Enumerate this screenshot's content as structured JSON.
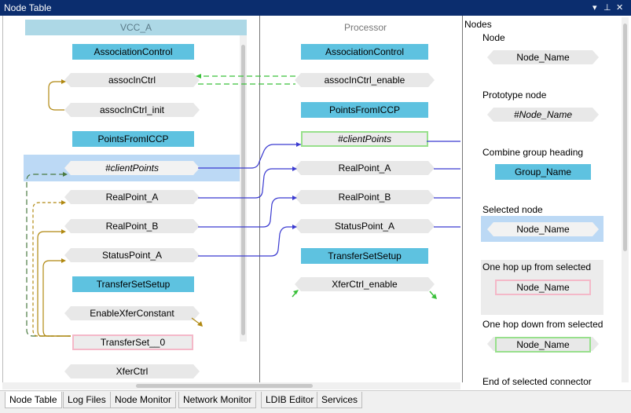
{
  "window": {
    "title": "Node Table",
    "controls": [
      "▾",
      "⊥",
      "✕"
    ]
  },
  "lanes": {
    "left": {
      "header": "VCC_A"
    },
    "middle": {
      "header": "Processor"
    },
    "right": {
      "header": "Nodes"
    }
  },
  "left_nodes": {
    "g1": "AssociationControl",
    "n1": "assocInCtrl",
    "n2": "assocInCtrl_init",
    "g2": "PointsFromICCP",
    "n3": "#clientPoints",
    "n4": "RealPoint_A",
    "n5": "RealPoint_B",
    "n6": "StatusPoint_A",
    "g3": "TransferSetSetup",
    "n7": "EnableXferConstant",
    "n8": "TransferSet__0",
    "n9": "XferCtrl"
  },
  "middle_nodes": {
    "g1": "AssociationControl",
    "n1": "assocInCtrl_enable",
    "g2": "PointsFromICCP",
    "n2": "#clientPoints",
    "n3": "RealPoint_A",
    "n4": "RealPoint_B",
    "n5": "StatusPoint_A",
    "g3": "TransferSetSetup",
    "n6": "XferCtrl_enable"
  },
  "legend": {
    "title": "Nodes",
    "items": [
      {
        "label": "Node",
        "sample": "Node_Name"
      },
      {
        "label": "Prototype node",
        "sample": "#Node_Name"
      },
      {
        "label": "Combine group heading",
        "sample": "Group_Name"
      },
      {
        "label": "Selected node",
        "sample": "Node_Name"
      },
      {
        "label": "One hop up from selected",
        "sample": "Node_Name"
      },
      {
        "label": "One hop down from selected",
        "sample": "Node_Name"
      },
      {
        "label": "End of selected connector",
        "sample": ""
      }
    ]
  },
  "colors": {
    "group": "#5ec2e0",
    "selected_bg": "#bcd9f5",
    "hop_up": "#f4b8c8",
    "hop_down": "#98e08c",
    "connector_blue": "#3a3ad0",
    "connector_gold": "#b08810",
    "connector_green": "#3ac03a"
  },
  "tabs": [
    {
      "label": "Node Table",
      "active": true
    },
    {
      "label": "Log Files",
      "active": false
    },
    {
      "label": "Node Monitor",
      "active": false
    },
    {
      "label": "Network Monitor",
      "active": false
    },
    {
      "label": "LDIB Editor",
      "active": false
    },
    {
      "label": "Services",
      "active": false
    }
  ]
}
